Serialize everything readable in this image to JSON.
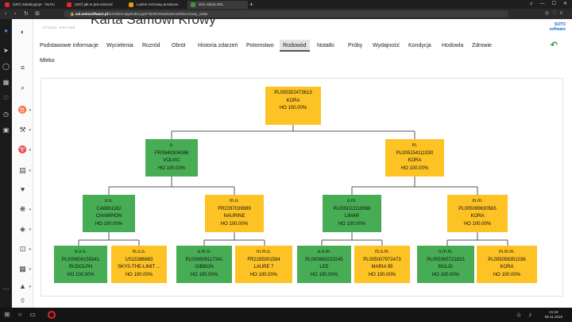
{
  "browser": {
    "tabs": [
      {
        "label": "(187) Subskrypcje - YouTu",
        "color": "#e8232d"
      },
      {
        "label": "(187) jak to jest umierać",
        "color": "#e8232d"
      },
      {
        "label": "Ludzie rozmowy producen",
        "color": "#e0a000"
      },
      {
        "label": "SOL Klient SOL",
        "color": "#3b9a3b"
      }
    ],
    "url_host": "sol.sotosoftware.pl",
    "url_path": "/sol-klient-app/index.jsp#?id400;ttstaZwierzat/lista-krowy_zadw"
  },
  "header": {
    "title": "Karta Samowi Krowy",
    "logo_sub": "STADO ONLINE",
    "brand_line1": "SOTO",
    "brand_line2": "software"
  },
  "tabs": [
    {
      "label": "Podstawowe informacje"
    },
    {
      "label": "Wycielenia"
    },
    {
      "label": "Rozród"
    },
    {
      "label": "Obrót"
    },
    {
      "label": "Historia zdarzeń"
    },
    {
      "label": "Potomstwo"
    },
    {
      "label": "Rodowód"
    },
    {
      "label": "Notatki"
    },
    {
      "label": "Próby"
    },
    {
      "label": "Wydajność"
    },
    {
      "label": "Kondycja"
    },
    {
      "label": "Hodowla"
    },
    {
      "label": "Zdrowie"
    },
    {
      "label": "Mleko"
    }
  ],
  "active_tab": "Rodowód",
  "pedigree": {
    "root": {
      "id": "PL005302473613",
      "name": "KORA",
      "ho": "HO 100.00%"
    },
    "o": {
      "rel": "o.",
      "id": "FRS940304086",
      "name": "VOLVIC",
      "ho": "HO 100.00%"
    },
    "m": {
      "rel": "m.",
      "id": "PL005154111930",
      "name": "KORA",
      "ho": "HO 100.00%"
    },
    "oo": {
      "rel": "o.o.",
      "id": "CA6961162",
      "name": "CHAMPION",
      "ho": "HO 100.00%"
    },
    "mo": {
      "rel": "m.o.",
      "id": "FR2297039989",
      "name": "NAURINE",
      "ho": "HO 100.00%"
    },
    "om": {
      "rel": "o.m.",
      "id": "PL005022118566",
      "name": "LIMAR",
      "ho": "HO 100.00%"
    },
    "mm": {
      "rel": "m.m.",
      "id": "PL005099630565",
      "name": "KORA",
      "ho": "HO 100.00%"
    },
    "ooo": {
      "rel": "o.o.o.",
      "id": "PL000609159341",
      "name": "RUDOLPH",
      "ho": "HO 100.00%"
    },
    "moo": {
      "rel": "m.o.o.",
      "id": "US15386863",
      "name": "SKYS-THE-LIMIT ...",
      "ho": "HO 100.00%"
    },
    "omo": {
      "rel": "o.m.o.",
      "id": "PL000609117341",
      "name": "GIBBON",
      "ho": "HO 100.00%"
    },
    "mmo": {
      "rel": "m.m.o.",
      "id": "FR2295001584",
      "name": "LAURE 7",
      "ho": "HO 100.00%"
    },
    "oom": {
      "rel": "o.o.m.",
      "id": "PL000669223245",
      "name": "LEE",
      "ho": "HO 100.00%"
    },
    "mom": {
      "rel": "m.o.m.",
      "id": "PL005007972473",
      "name": "MARIA 95",
      "ho": "HO 100.00%"
    },
    "omm": {
      "rel": "o.m.m.",
      "id": "PL005065721815",
      "name": "BOLID",
      "ho": "HO 100.00%"
    },
    "mmm": {
      "rel": "m.m.m.",
      "id": "PL005058351036",
      "name": "KORA",
      "ho": "HO 100.00%"
    }
  },
  "colors": {
    "male": "#47ad55",
    "female": "#fdc223"
  },
  "taskbar": {
    "time": "21:19",
    "date": "08.11.2019"
  }
}
